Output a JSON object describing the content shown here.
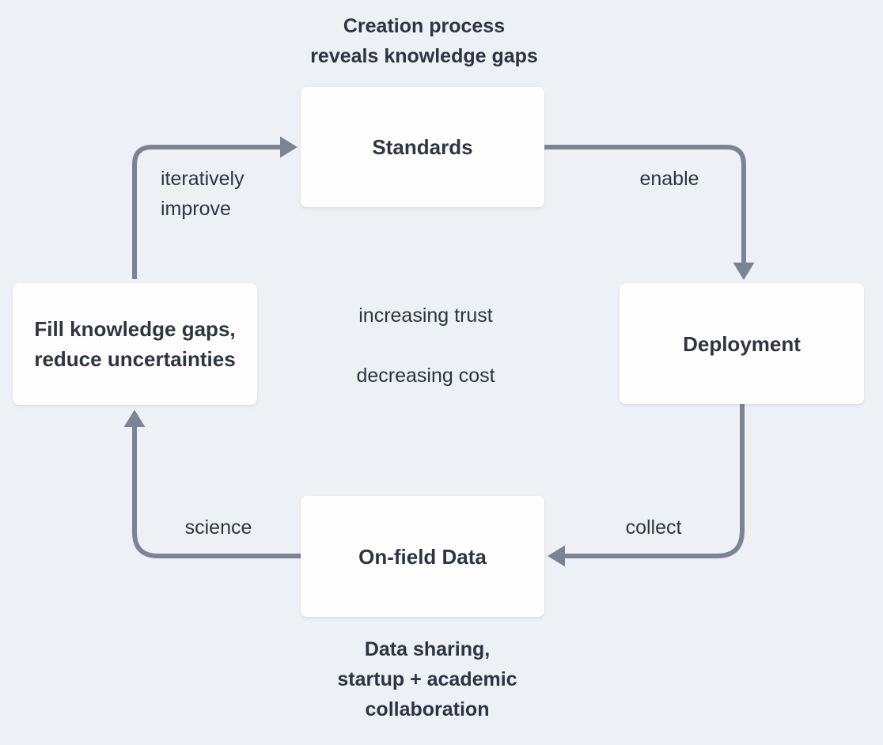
{
  "diagram": {
    "type": "cycle-flowchart",
    "background": "#edf0f4",
    "box_fill": "#fefefe",
    "arrow_color": "#7c8494",
    "text_color": "#2e3440"
  },
  "nodes": [
    {
      "id": "standards",
      "label": "Standards"
    },
    {
      "id": "deployment",
      "label": "Deployment"
    },
    {
      "id": "on-field-data",
      "label": "On-field Data"
    },
    {
      "id": "fill-knowledge-gaps",
      "label": "Fill knowledge gaps,\nreduce uncertainties"
    }
  ],
  "edges": [
    {
      "from": "fill-knowledge-gaps",
      "to": "standards",
      "label": "iteratively\nimprove"
    },
    {
      "from": "standards",
      "to": "deployment",
      "label": "enable"
    },
    {
      "from": "deployment",
      "to": "on-field-data",
      "label": "collect"
    },
    {
      "from": "on-field-data",
      "to": "fill-knowledge-gaps",
      "label": "science"
    }
  ],
  "annotations": {
    "top": "Creation process\nreveals knowledge gaps",
    "center_line1": "increasing trust",
    "center_line2": "decreasing cost",
    "bottom": "Data sharing,\nstartup + academic\ncollaboration"
  }
}
